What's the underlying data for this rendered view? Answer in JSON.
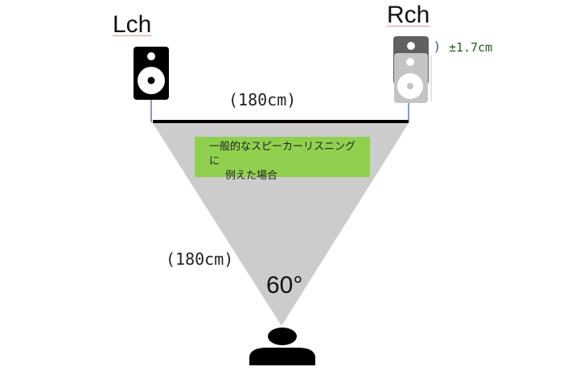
{
  "left_channel": {
    "label": "Lch"
  },
  "right_channel": {
    "label": "Rch",
    "tolerance": "±1.7cm",
    "bracket": ")"
  },
  "speaker_distance": "(180cm)",
  "listener_distance": "(180cm)",
  "angle": "60°",
  "caption": {
    "line1": "一般的なスピーカーリスニングに",
    "line2": "例えた場合"
  },
  "colors": {
    "triangle": "#cccccc",
    "caption_bg": "#8fd14f",
    "speaker_dark": "#000000",
    "speaker_ghost": "#c0c0c0",
    "wire": "#3a5a9a"
  }
}
